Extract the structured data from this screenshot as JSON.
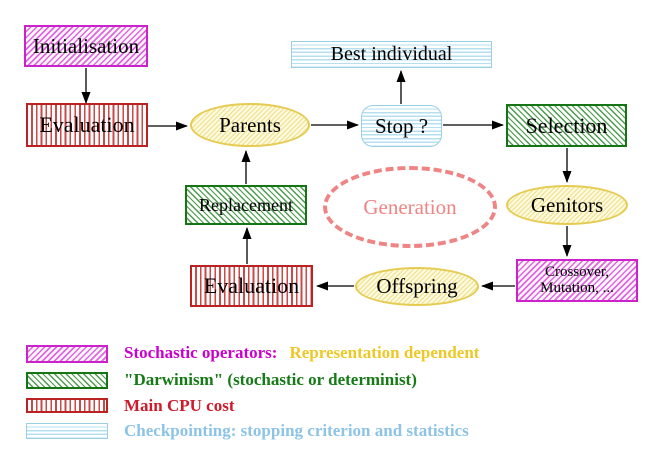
{
  "nodes": {
    "initialisation": "Initialisation",
    "best_individual": "Best individual",
    "evaluation_top": "Evaluation",
    "parents": "Parents",
    "stop": "Stop ?",
    "selection": "Selection",
    "replacement": "Replacement",
    "generation": "Generation",
    "genitors": "Genitors",
    "evaluation_bottom": "Evaluation",
    "offspring": "Offspring",
    "crossover_line1": "Crossover,",
    "crossover_line2": "Mutation, ..."
  },
  "legend": {
    "items": [
      {
        "swatch": "magenta-diagonal-hatch",
        "text": "Stochastic operators:",
        "text_secondary": "Representation dependent",
        "text_color": "#cc00cc",
        "secondary_color": "#eec824"
      },
      {
        "swatch": "green-diagonal-hatch",
        "text": "\"Darwinism\" (stochastic or determinist)",
        "text_color": "#167a16"
      },
      {
        "swatch": "red-vertical-hatch",
        "text": "Main CPU cost",
        "text_color": "#cc1b2b"
      },
      {
        "swatch": "cyan-horizontal-hatch",
        "text": "Checkpointing: stopping criterion and statistics",
        "text_color": "#8cc3e6"
      }
    ]
  },
  "colors": {
    "magenta_border": "#cc22cc",
    "green_border": "#157515",
    "red_border": "#bb2222",
    "cyan_border": "#9ccfe3",
    "yellow_border": "#e6cb52",
    "salmon": "#ef8484",
    "arrow": "#000000",
    "background": "#ffffff"
  }
}
